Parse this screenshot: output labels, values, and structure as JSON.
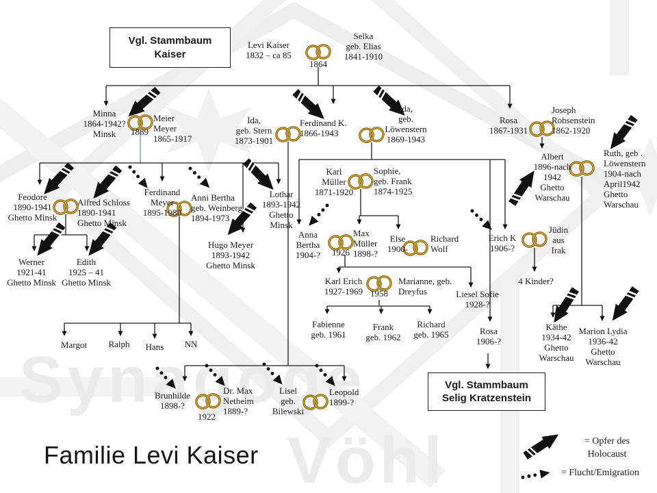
{
  "title": "Familie Levi Kaiser",
  "watermark": {
    "line1": "Synagoge",
    "line2": "Vöhl"
  },
  "boxes": {
    "kaiser": "Vgl. Stammbaum\nKaiser",
    "selig": "Vgl. Stammbaum\nSelig Kratzenstein"
  },
  "legend": {
    "holocaust": "= Opfer des\nHolocaust",
    "flight": "= Flucht/Emigration"
  },
  "marriage_years": {
    "levi_selka": "1864",
    "minna_meier": "1889",
    "anna_max": "1926",
    "karl_erich_marianne": "1958",
    "brunhilde_netheim": "1922"
  },
  "persons": {
    "levi": "Levi Kaiser\n1832  – ca 85",
    "selka": "Selka\ngeb. Elias\n1841-1910",
    "minna": "Minna\n1864-1942?\nMinsk",
    "meier": "Meier\nMeyer\n1865-1917",
    "ida_stern": "Ida,\ngeb. Stern\n1873-1901",
    "ferdinand_k": "Ferdinand K.\n1866-1943",
    "ida_loewenstern": "Ida,\ngeb.\nLöwenstern\n1869-1943",
    "rosa_sr": "Rosa\n1867-1931",
    "joseph": "Joseph\nRohsenstein\n1862-1920",
    "feodore": "Feodore\n1890-1941\nGhetto Minsk",
    "alfred": "Alfred Schloss\n1890-1941\nGhetto Minsk",
    "ferdinand_meyer": "Ferdinand\nMeyer\n1895-1980",
    "anni": "Anni Bertha\ngeb. Weinberg\n1894-1973",
    "lothar": "Lothar\n1893-1942\nGhetto\nMinsk",
    "hugo": "Hugo Meyer\n1893-1942\nGhetto Minsk",
    "werner": "Werner\n1921-41\nGhetto Minsk",
    "edith": "Edith\n1925 – 41\nGhetto Minsk",
    "margot": "Margot",
    "ralph": "Ralph",
    "hans": "Hans",
    "nn": "NN",
    "karl_mueller": "Karl\nMüller\n1871-1920",
    "sophie": "Sophie,\ngeb. Frank\n1874-1925",
    "anna_bertha": "Anna\nBertha\n1904-?",
    "max_mueller": "Max\nMüller\n1898-?",
    "else": "Else\n1900-",
    "richard_wolf": "Richard\nWolf",
    "erich": "Erich K\n1906-?",
    "juedin": "Jüdin\naus\nIrak",
    "kinder": "4 Kinder?",
    "karl_erich": "Karl Erich\n1927-1969",
    "marianne": "Marianne, geb.\nDreyfus",
    "liesel": "Liesel Sofie\n1928-?",
    "fabienne": "Fabienne\ngeb. 1961",
    "frank": "Frank\ngeb. 1962",
    "richard_b": "Richard\ngeb. 1965",
    "rosa_jr": "Rosa\n1906-?",
    "albert": "Albert\n1896-nach\n1942\nGhetto\nWarschau",
    "ruth": "Ruth, geb .\nLöwenstern\n1904-nach\nApril1942\nGhetto\nWarschau",
    "kaethe": "Käthe\n1934-42\nGhetto\nWarschau",
    "marion": "Marion Lydia\n1936-42\nGhetto\nWarschau",
    "brunhilde": "Brunhilde\n1898-?",
    "netheim": "Dr. Max\nNetheim\n1889-?",
    "lisel": "Lisel\ngeb.\nBilewski",
    "leopold": "Leopold\n1899-?"
  },
  "colors": {
    "ink": "#1a1a1a",
    "ring_gold_dark": "#8a650f",
    "ring_gold_light": "#d4a93c",
    "marriage_line_blue": "#6a8fc0",
    "watermark_gray": "#ececec"
  }
}
